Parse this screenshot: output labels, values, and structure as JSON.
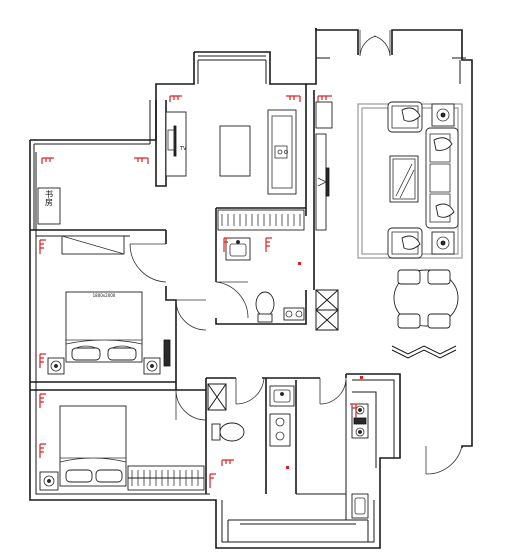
{
  "labels": {
    "study_vertical": "书房",
    "bed_size": "1800x2000",
    "tv_mark": "TV"
  },
  "colors": {
    "walls": "#1a1a1a",
    "outlets": "#e02020",
    "rug": "#9a9a9a"
  },
  "rooms": [
    {
      "id": "living-room",
      "label": ""
    },
    {
      "id": "dining-area",
      "label": ""
    },
    {
      "id": "kitchen",
      "label": ""
    },
    {
      "id": "master-bedroom",
      "label": ""
    },
    {
      "id": "second-bedroom",
      "label": ""
    },
    {
      "id": "bathroom-1",
      "label": ""
    },
    {
      "id": "bathroom-2",
      "label": ""
    },
    {
      "id": "study",
      "label": ""
    },
    {
      "id": "balcony",
      "label": ""
    }
  ]
}
